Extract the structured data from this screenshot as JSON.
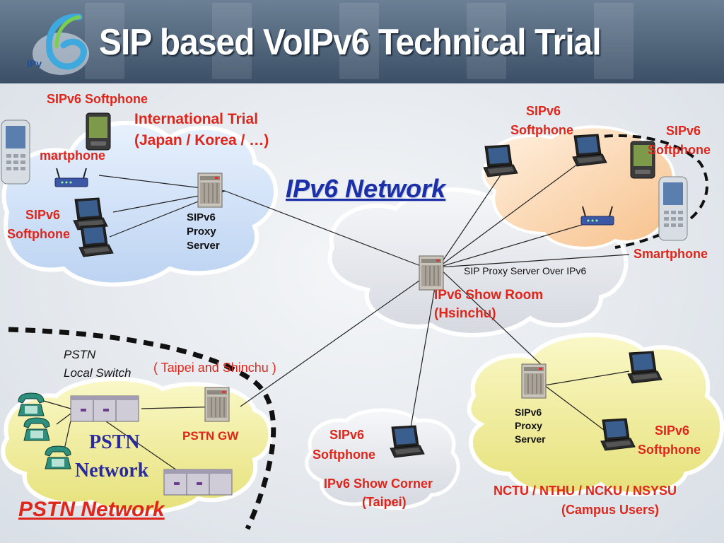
{
  "title": "SIP based VoIPv6 Technical Trial",
  "logo_text": "IPv",
  "labels": {
    "sipv6_softphone_top_left": "SIPv6 Softphone",
    "international_trial": "International Trial",
    "international_countries": "(Japan / Korea / …)",
    "smartphone_left": "martphone",
    "sipv6_left_1": "SIPv6",
    "softphone_left_2": "Softphone",
    "proxy_left": [
      "SIPv6",
      "Proxy",
      "Server"
    ],
    "ipv6_network": "IPv6 Network",
    "sipv6_top_right": "SIPv6",
    "softphone_top_right": "Softphone",
    "sipv6_far_right": "SIPv6",
    "softphone_far_right": "Softphone",
    "smartphone_right": "Smartphone",
    "sip_proxy_over_ipv6": "SIP Proxy Server Over IPv6",
    "show_room": "IPv6 Show Room",
    "hsinchu": "(Hsinchu)",
    "pstn_local_switch_1": "PSTN",
    "pstn_local_switch_2": "Local Switch",
    "taipei_shinchu": "( Taipei and Shinchu )",
    "pstn_gw": "PSTN GW",
    "pstn_word": "PSTN",
    "network_word": "Network",
    "pstn_network": "PSTN Network",
    "sipv6_corner_1": "SIPv6",
    "softphone_corner_2": "Softphone",
    "show_corner": "IPv6 Show Corner",
    "taipei": "(Taipei)",
    "proxy_campus": [
      "SIPv6",
      "Proxy",
      "Server"
    ],
    "sipv6_campus_1": "SIPv6",
    "softphone_campus_2": "Softphone",
    "campus_universities": "NCTU / NTHU  / NCKU / NSYSU",
    "campus_users": "(Campus Users)"
  },
  "colors": {
    "label_red": "#e0261b",
    "ipv6_blue": "#1a2fa8",
    "cloud_blue": "#cfe0f7",
    "cloud_grey": "#e7e9ee",
    "cloud_yellow": "#f4f2a2",
    "cloud_peach": "#fbd8b3"
  },
  "icons": [
    "ipv6-logo-icon",
    "smartphone-icon",
    "pda-icon",
    "wireless-router-icon",
    "laptop-icon",
    "server-icon",
    "telephone-icon",
    "pstn-switch-icon",
    "pstn-gateway-icon"
  ]
}
